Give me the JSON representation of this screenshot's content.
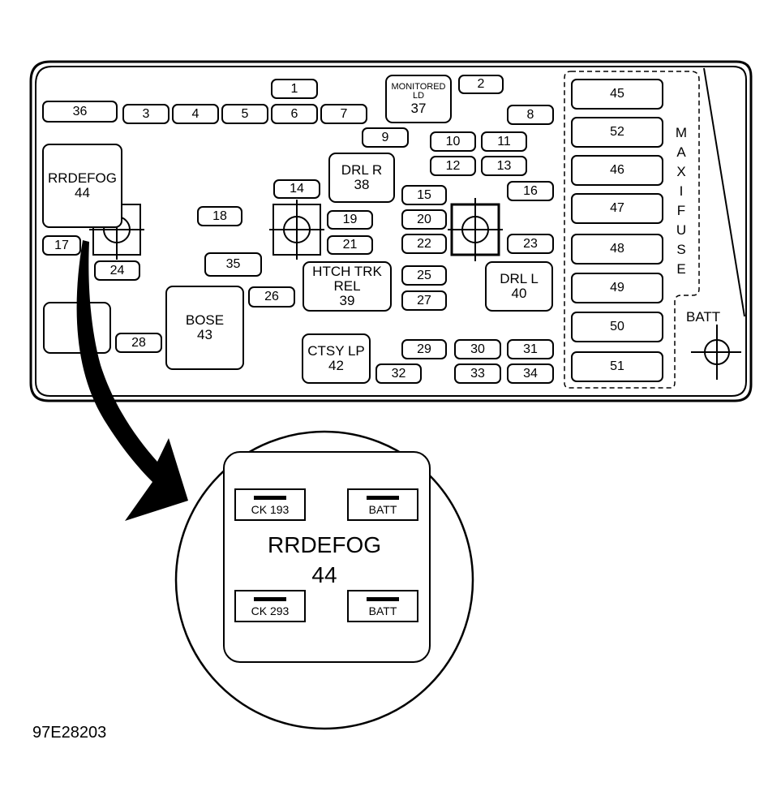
{
  "diagram": {
    "figure_id": "97E28203",
    "colors": {
      "line": "#000000",
      "background": "#ffffff"
    },
    "fuses": [
      {
        "id": "1",
        "label": "1"
      },
      {
        "id": "2",
        "label": "2"
      },
      {
        "id": "3",
        "label": "3"
      },
      {
        "id": "4",
        "label": "4"
      },
      {
        "id": "5",
        "label": "5"
      },
      {
        "id": "6",
        "label": "6"
      },
      {
        "id": "7",
        "label": "7"
      },
      {
        "id": "8",
        "label": "8"
      },
      {
        "id": "9",
        "label": "9"
      },
      {
        "id": "10",
        "label": "10"
      },
      {
        "id": "11",
        "label": "11"
      },
      {
        "id": "12",
        "label": "12"
      },
      {
        "id": "13",
        "label": "13"
      },
      {
        "id": "14",
        "label": "14"
      },
      {
        "id": "15",
        "label": "15"
      },
      {
        "id": "16",
        "label": "16"
      },
      {
        "id": "17",
        "label": "17"
      },
      {
        "id": "18",
        "label": "18"
      },
      {
        "id": "19",
        "label": "19"
      },
      {
        "id": "20",
        "label": "20"
      },
      {
        "id": "21",
        "label": "21"
      },
      {
        "id": "22",
        "label": "22"
      },
      {
        "id": "23",
        "label": "23"
      },
      {
        "id": "24",
        "label": "24"
      },
      {
        "id": "25",
        "label": "25"
      },
      {
        "id": "26",
        "label": "26"
      },
      {
        "id": "27",
        "label": "27"
      },
      {
        "id": "28",
        "label": "28"
      },
      {
        "id": "29",
        "label": "29"
      },
      {
        "id": "30",
        "label": "30"
      },
      {
        "id": "31",
        "label": "31"
      },
      {
        "id": "32",
        "label": "32"
      },
      {
        "id": "33",
        "label": "33"
      },
      {
        "id": "34",
        "label": "34"
      },
      {
        "id": "35",
        "label": "35"
      },
      {
        "id": "36",
        "label": "36"
      }
    ],
    "relays": [
      {
        "id": "37",
        "name_line1": "MONITORED",
        "name_line2": "LD",
        "number": "37"
      },
      {
        "id": "38",
        "name_line1": "DRL R",
        "name_line2": "",
        "number": "38"
      },
      {
        "id": "39",
        "name_line1": "HTCH TRK",
        "name_line2": "REL",
        "number": "39"
      },
      {
        "id": "40",
        "name_line1": "DRL L",
        "name_line2": "",
        "number": "40"
      },
      {
        "id": "42",
        "name_line1": "CTSY LP",
        "name_line2": "",
        "number": "42"
      },
      {
        "id": "43",
        "name_line1": "BOSE",
        "name_line2": "",
        "number": "43"
      },
      {
        "id": "44",
        "name_line1": "RRDEFOG",
        "name_line2": "",
        "number": "44"
      }
    ],
    "maxi_fuses": [
      "45",
      "52",
      "46",
      "47",
      "48",
      "49",
      "50",
      "51"
    ],
    "maxi_fuse_title": [
      "M",
      "A",
      "X",
      "I",
      "F",
      "U",
      "S",
      "E"
    ],
    "batt_label": "BATT",
    "detail": {
      "relay_name": "RRDEFOG",
      "relay_number": "44",
      "terminals": [
        {
          "position": "top-left",
          "label": "CK 193"
        },
        {
          "position": "top-right",
          "label": "BATT"
        },
        {
          "position": "bottom-left",
          "label": "CK 293"
        },
        {
          "position": "bottom-right",
          "label": "BATT"
        }
      ]
    }
  }
}
